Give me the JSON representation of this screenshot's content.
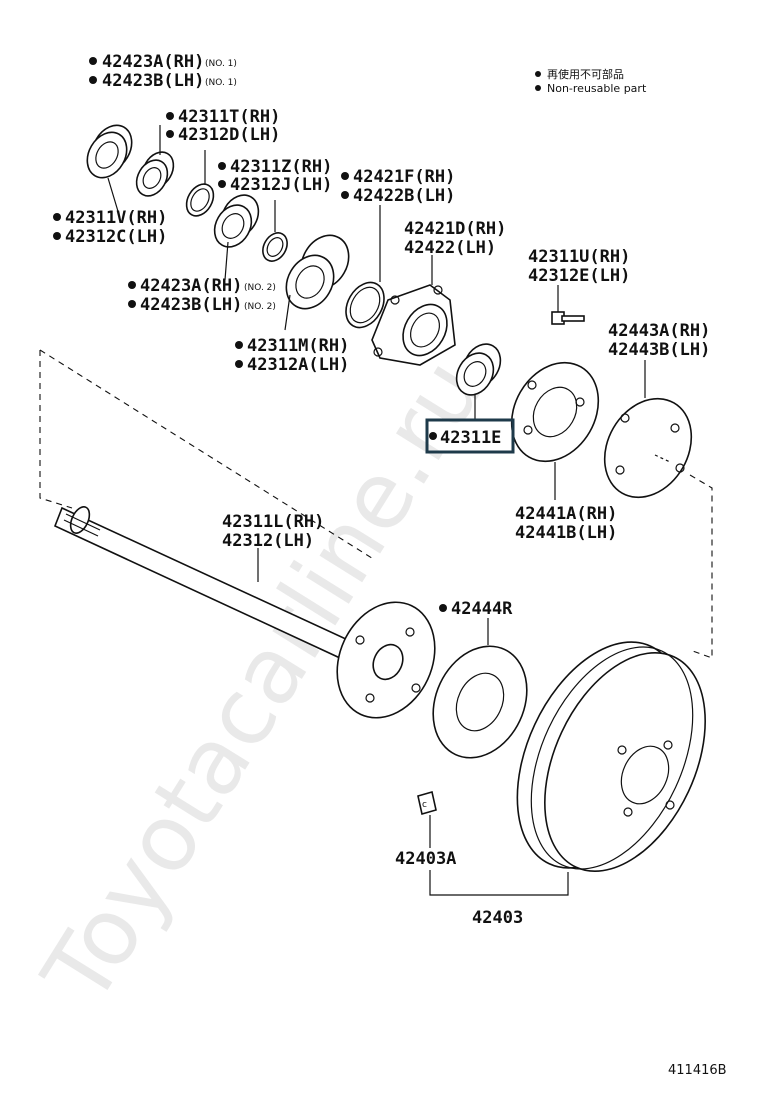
{
  "legend": {
    "non_reusable_jp": "再使用不可部品",
    "non_reusable_en": "Non-reusable part"
  },
  "watermark": "Toyotacarline.ru",
  "figure_number": "411416B",
  "labels": {
    "p42423A_no1": "42423A(RH)",
    "p42423B_no1": "42423B(LH)",
    "no1": "(NO. 1)",
    "p42311T": "42311T(RH)",
    "p42312D": "42312D(LH)",
    "p42311Z": "42311Z(RH)",
    "p42312J": "42312J(LH)",
    "p42421F": "42421F(RH)",
    "p42422B": "42422B(LH)",
    "p42421D": "42421D(RH)",
    "p42422": "42422(LH)",
    "p42311V": "42311V(RH)",
    "p42312C": "42312C(LH)",
    "p42423A_no2": "42423A(RH)",
    "p42423B_no2": "42423B(LH)",
    "no2": "(NO. 2)",
    "p42311U": "42311U(RH)",
    "p42312E": "42312E(LH)",
    "p42443A": "42443A(RH)",
    "p42443B": "42443B(LH)",
    "p42311M": "42311M(RH)",
    "p42312A": "42312A(LH)",
    "p42311E": "42311E",
    "p42441A": "42441A(RH)",
    "p42441B": "42441B(LH)",
    "p42311L": "42311L(RH)",
    "p42312": "42312(LH)",
    "p42444R": "42444R",
    "p42403A": "42403A",
    "p42403": "42403"
  }
}
